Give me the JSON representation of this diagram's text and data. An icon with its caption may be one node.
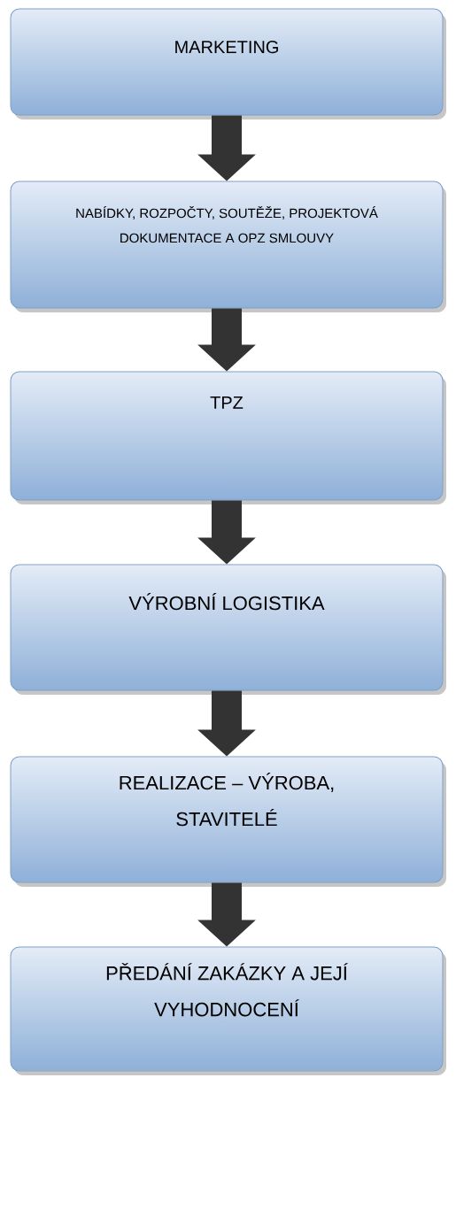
{
  "diagram": {
    "nodes": [
      {
        "text": [
          "MARKETING"
        ]
      },
      {
        "text": [
          "NABÍDKY, ROZPOČTY, SOUTĚŽE, PROJEKTOVÁ DOKUMENTACE A OPZ SMLOUVY"
        ]
      },
      {
        "text": [
          "TPZ"
        ]
      },
      {
        "text": [
          "VÝROBNÍ LOGISTIKA"
        ]
      },
      {
        "text": [
          "REALIZACE – VÝROBA, STAVITELÉ"
        ]
      },
      {
        "text": [
          "PŘEDÁNÍ ZAKÁZKY A JEJÍ VYHODNOCENÍ"
        ]
      }
    ],
    "edges": [
      {
        "from": 0,
        "to": 1,
        "arrow": "to"
      },
      {
        "from": 1,
        "to": 2,
        "arrow": "to"
      },
      {
        "from": 2,
        "to": 3,
        "arrow": "to"
      },
      {
        "from": 3,
        "to": 4,
        "arrow": "to"
      },
      {
        "from": 4,
        "to": 5,
        "arrow": "to"
      }
    ]
  }
}
